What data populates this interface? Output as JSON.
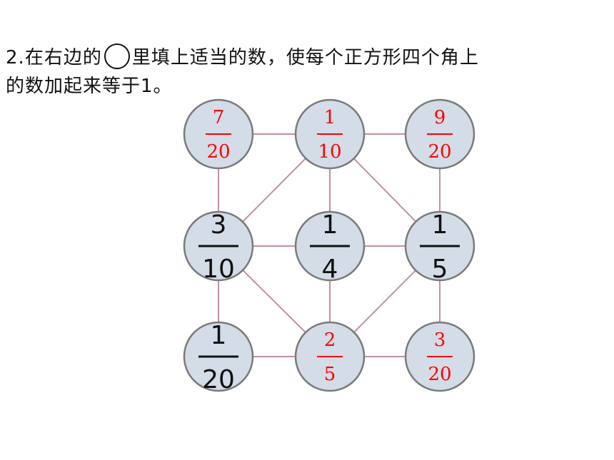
{
  "question": {
    "number": "2.",
    "text_part1": "在右边的",
    "text_part2": "里填上适当的数，使每个正方形四个角上",
    "text_line2": "的数加起来等于1。"
  },
  "circle_style": {
    "fill": "#d3dce7",
    "stroke": "#7a7a7a",
    "line_color": "#c08fa8"
  },
  "colors": {
    "given": "#111111",
    "answer": "#ff0000"
  },
  "nodes": [
    {
      "id": "top-left",
      "numerator": "7",
      "denominator": "20",
      "kind": "answer"
    },
    {
      "id": "top-middle",
      "numerator": "1",
      "denominator": "10",
      "kind": "answer"
    },
    {
      "id": "top-right",
      "numerator": "9",
      "denominator": "20",
      "kind": "answer"
    },
    {
      "id": "middle-left",
      "numerator": "3",
      "denominator": "10",
      "kind": "given"
    },
    {
      "id": "center",
      "numerator": "1",
      "denominator": "4",
      "kind": "given"
    },
    {
      "id": "middle-right",
      "numerator": "1",
      "denominator": "5",
      "kind": "given"
    },
    {
      "id": "bottom-left",
      "numerator": "1",
      "denominator": "20",
      "kind": "given"
    },
    {
      "id": "bottom-middle",
      "numerator": "2",
      "denominator": "5",
      "kind": "answer"
    },
    {
      "id": "bottom-right",
      "numerator": "3",
      "denominator": "20",
      "kind": "answer"
    }
  ],
  "edges": [
    [
      "top-left",
      "top-middle"
    ],
    [
      "top-middle",
      "top-right"
    ],
    [
      "middle-left",
      "center"
    ],
    [
      "center",
      "middle-right"
    ],
    [
      "bottom-left",
      "bottom-middle"
    ],
    [
      "bottom-middle",
      "bottom-right"
    ],
    [
      "top-left",
      "middle-left"
    ],
    [
      "middle-left",
      "bottom-left"
    ],
    [
      "top-middle",
      "center"
    ],
    [
      "center",
      "bottom-middle"
    ],
    [
      "top-right",
      "middle-right"
    ],
    [
      "middle-right",
      "bottom-right"
    ],
    [
      "top-middle",
      "middle-left"
    ],
    [
      "middle-left",
      "bottom-middle"
    ],
    [
      "bottom-middle",
      "middle-right"
    ],
    [
      "middle-right",
      "top-middle"
    ]
  ]
}
